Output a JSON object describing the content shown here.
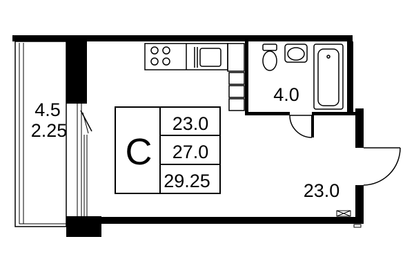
{
  "apartment": {
    "type_letter": "С",
    "areas": {
      "living": "23.0",
      "total": "27.0",
      "total_with_balcony": "29.25"
    }
  },
  "rooms": {
    "bathroom_area": "4.0",
    "main_room_area": "23.0",
    "balcony_area": "4.5",
    "balcony_area_reduced": "2.25"
  },
  "fixtures": [
    "stove-icon",
    "sink-icon",
    "toilet-icon",
    "washbasin-icon",
    "bathtub-icon",
    "door-swing-icon"
  ]
}
